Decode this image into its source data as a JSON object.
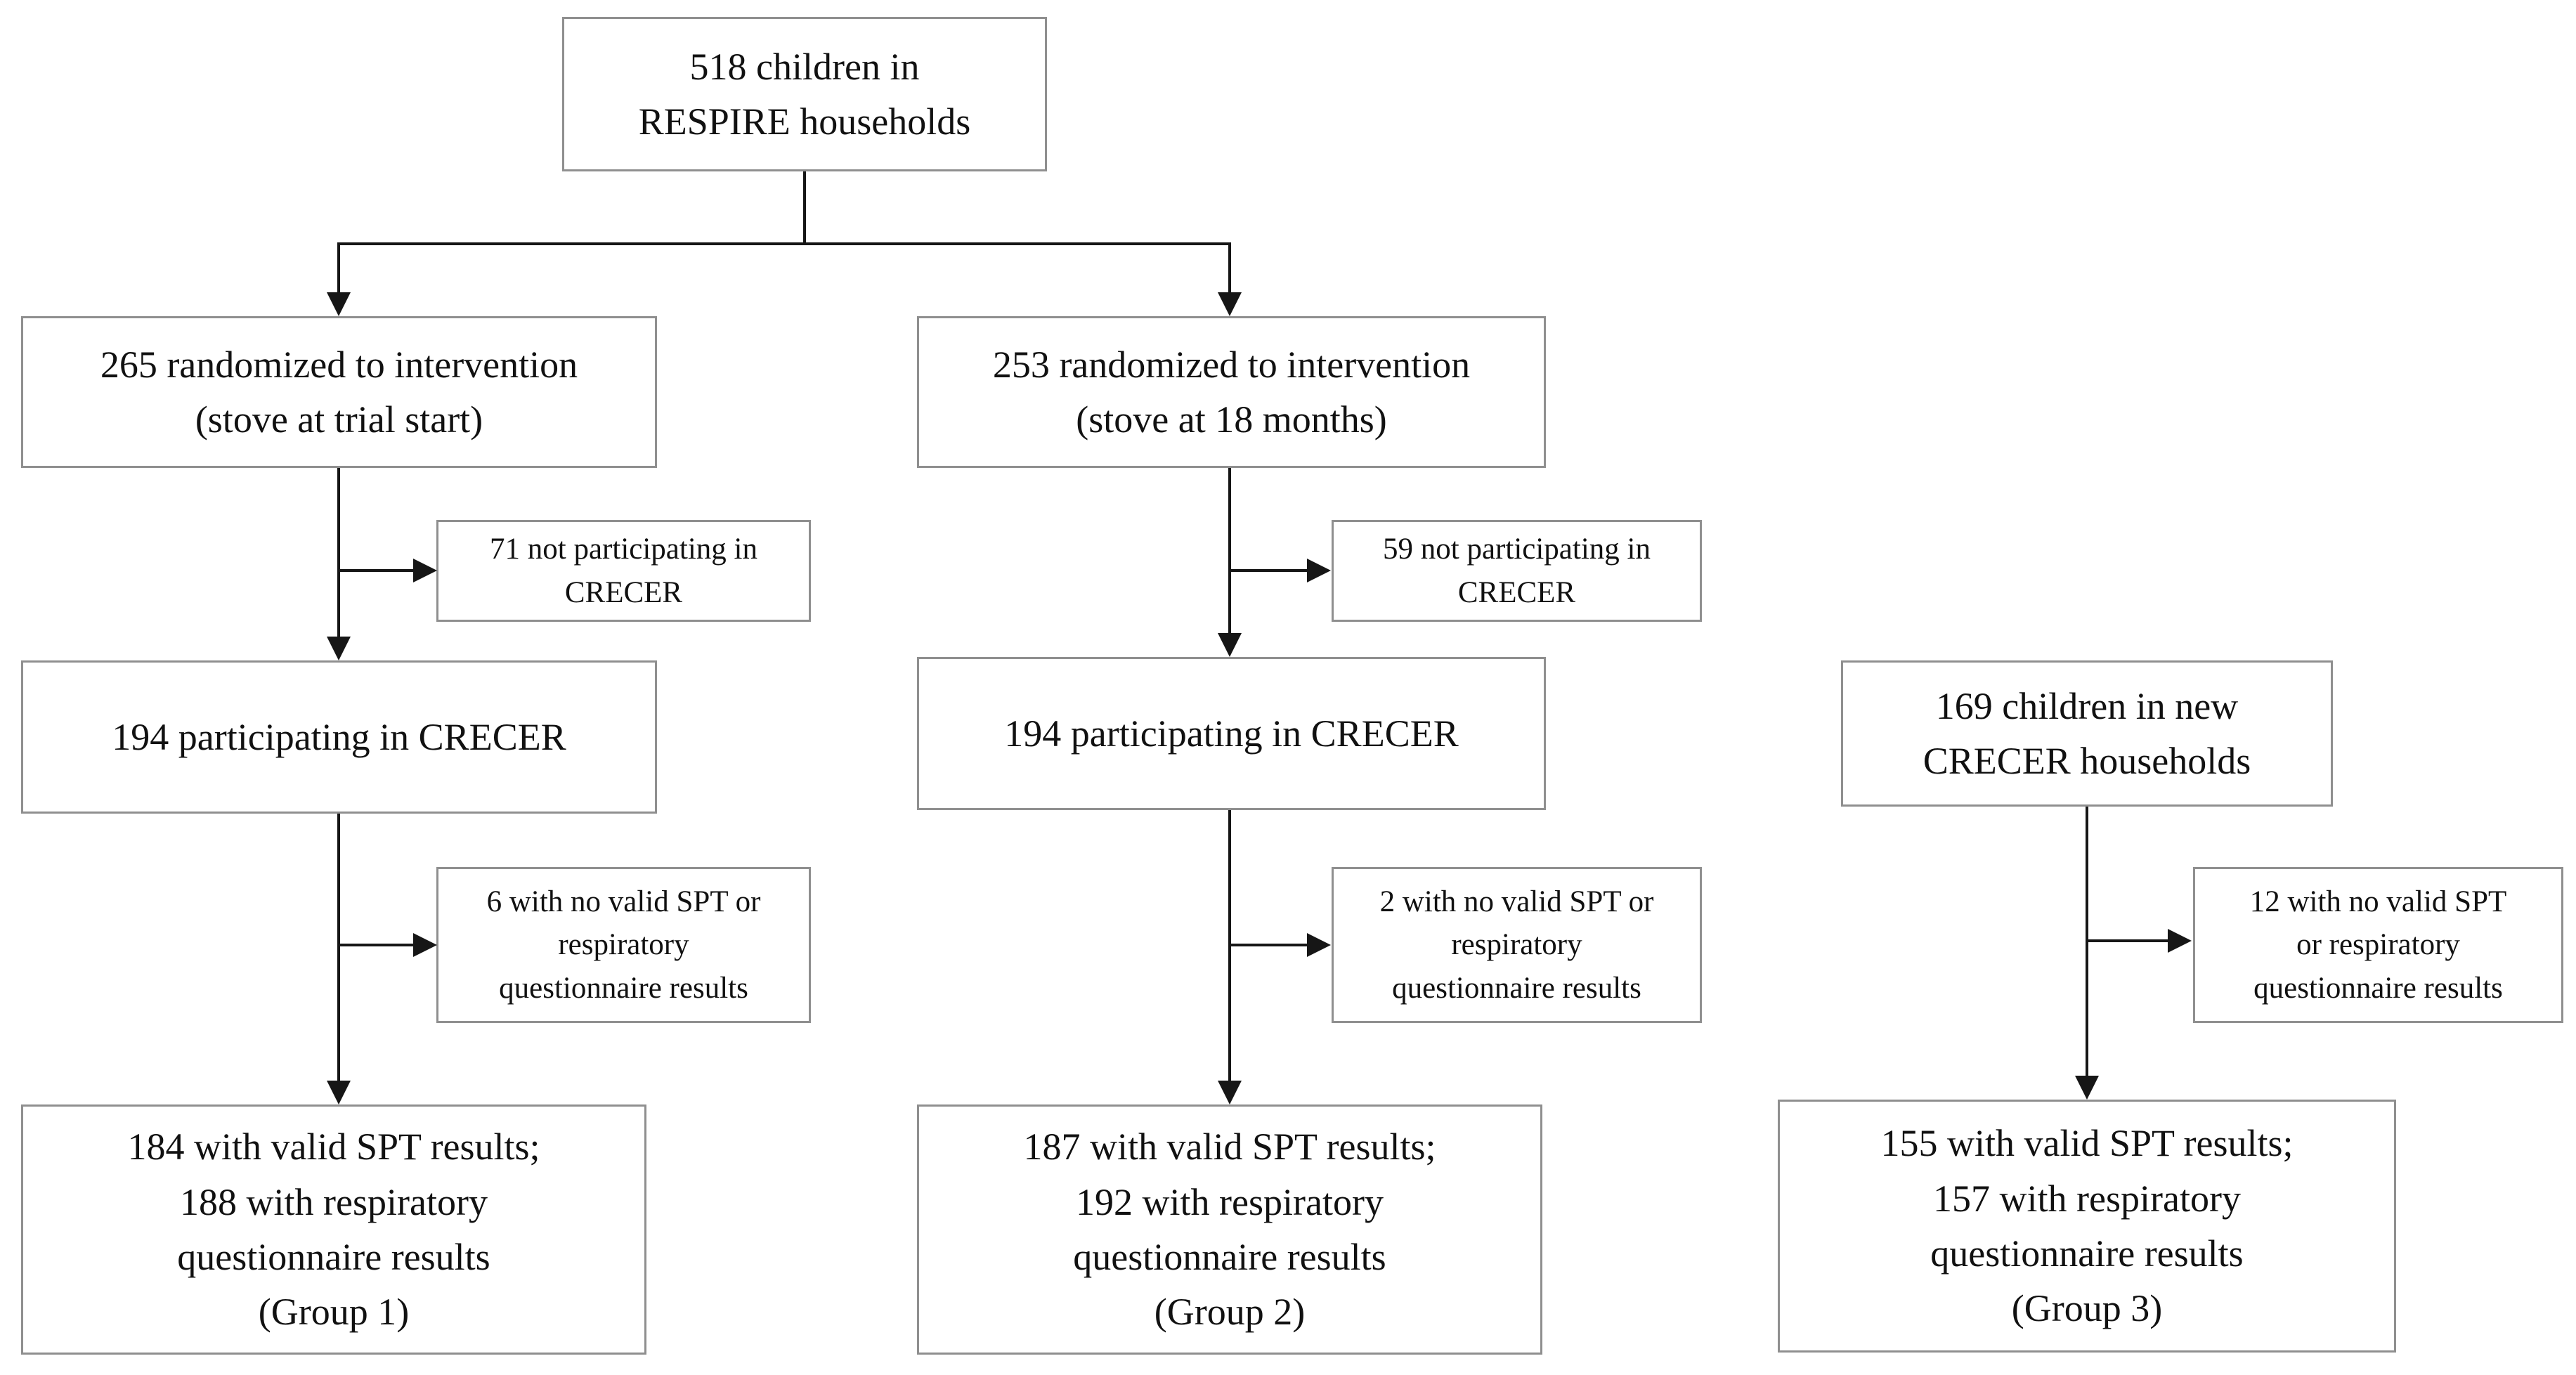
{
  "flow": {
    "top": "518 children in\nRESPIRE households",
    "columns": [
      {
        "randomized": "265 randomized to intervention\n(stove at trial start)",
        "not_participating": "71 not participating in\nCRECER",
        "participating": "194 participating in CRECER",
        "no_valid_results": "6 with no valid SPT or\nrespiratory\nquestionnaire results",
        "final": "184 with valid SPT results;\n188 with respiratory\nquestionnaire results\n(Group 1)"
      },
      {
        "randomized": "253 randomized to intervention\n(stove at 18 months)",
        "not_participating": "59 not participating in\nCRECER",
        "participating": "194 participating in CRECER",
        "no_valid_results": "2 with no valid SPT or\nrespiratory\nquestionnaire results",
        "final": "187 with valid SPT results;\n192 with respiratory\nquestionnaire results\n(Group 2)"
      },
      {
        "children": "169 children in new\nCRECER households",
        "no_valid_results": "12 with no valid SPT\nor respiratory\nquestionnaire results",
        "final": "155 with valid SPT results;\n157 with respiratory\nquestionnaire results\n(Group 3)"
      }
    ]
  },
  "colors": {
    "background": "#ffffff",
    "box_border": "#8f8f8f",
    "connector": "#161616",
    "text": "#111111"
  }
}
